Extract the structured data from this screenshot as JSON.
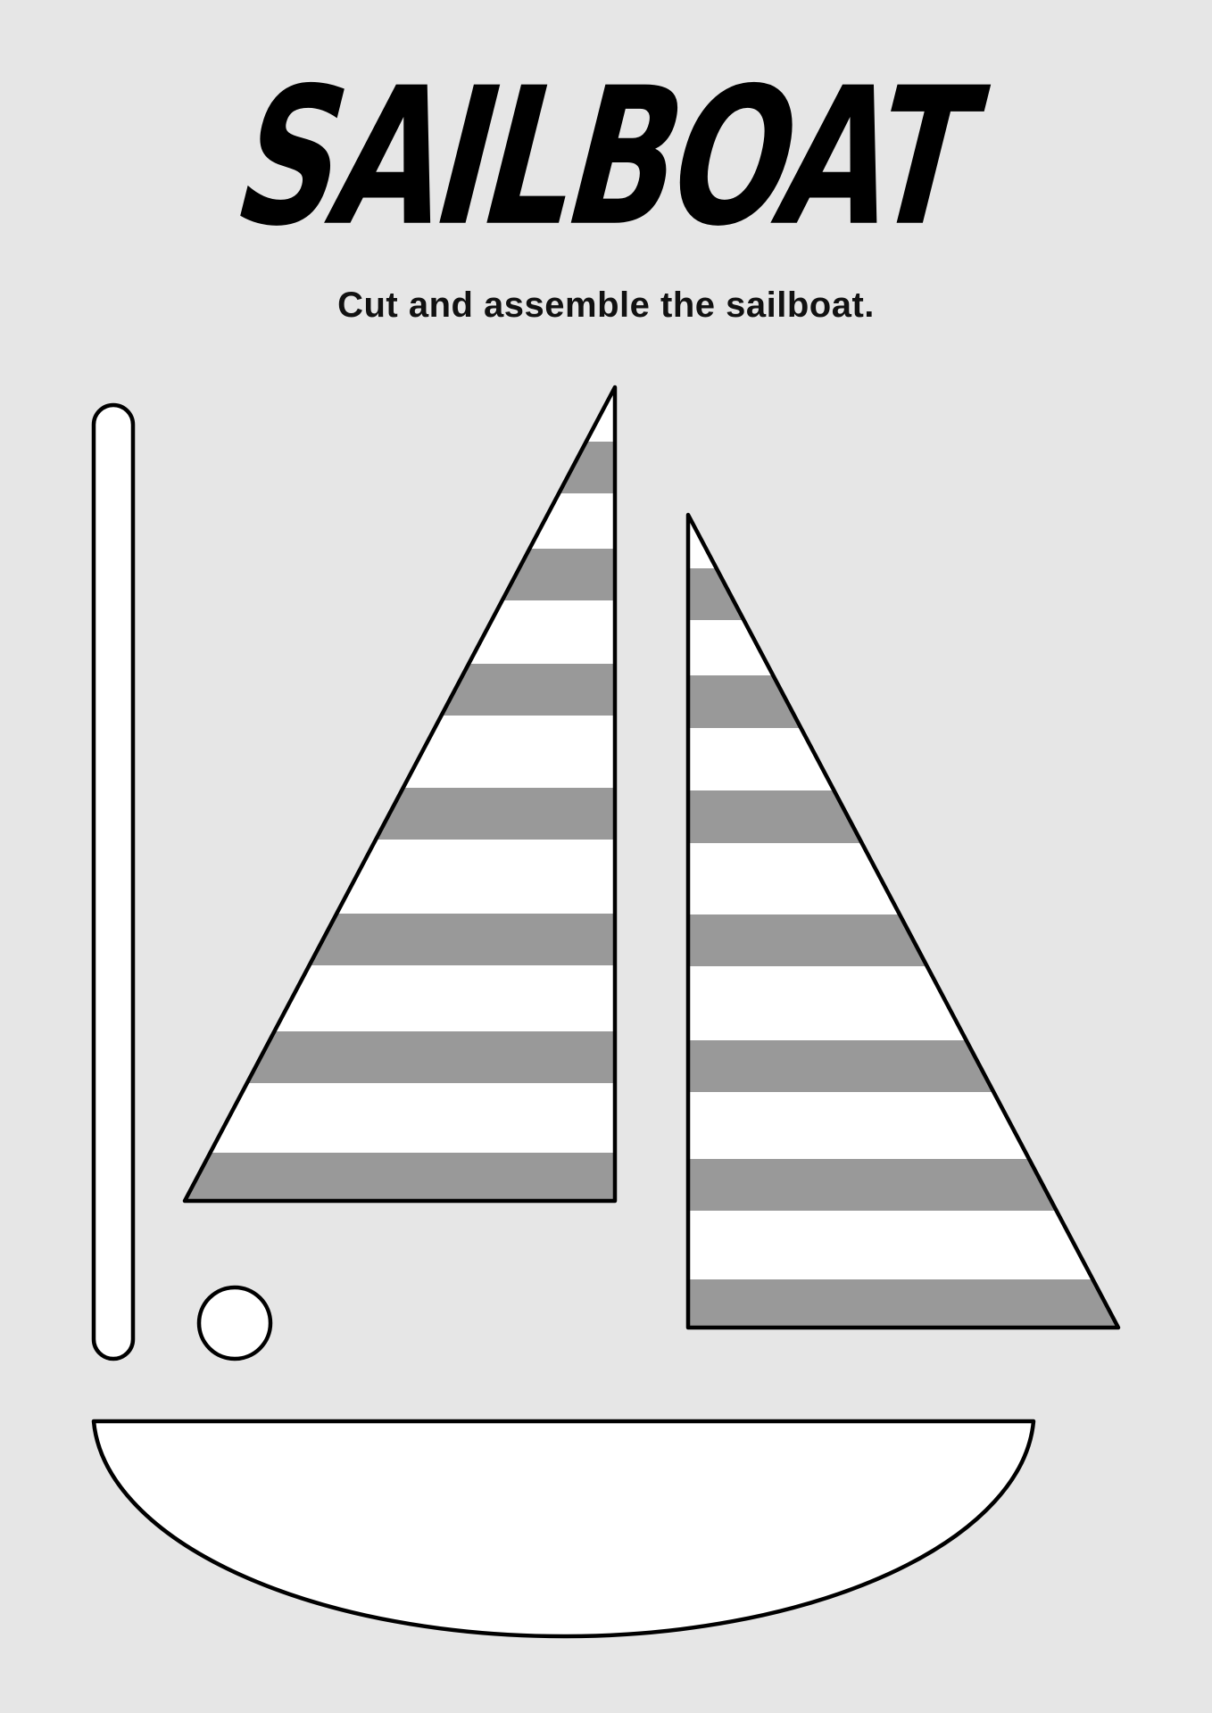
{
  "worksheet": {
    "title": "SAILBOAT",
    "instruction": "Cut and assemble the sailboat."
  },
  "colors": {
    "background": "#e6e6e6",
    "piece_fill": "#ffffff",
    "stripe": "#999999",
    "outline": "#000000"
  },
  "pieces": {
    "mast": {
      "label": "mast"
    },
    "mast_cap": {
      "label": "mast cap circle"
    },
    "left_sail": {
      "label": "left sail",
      "gray_stripes": 7
    },
    "right_sail": {
      "label": "right sail",
      "gray_stripes": 7
    },
    "hull": {
      "label": "hull"
    }
  }
}
